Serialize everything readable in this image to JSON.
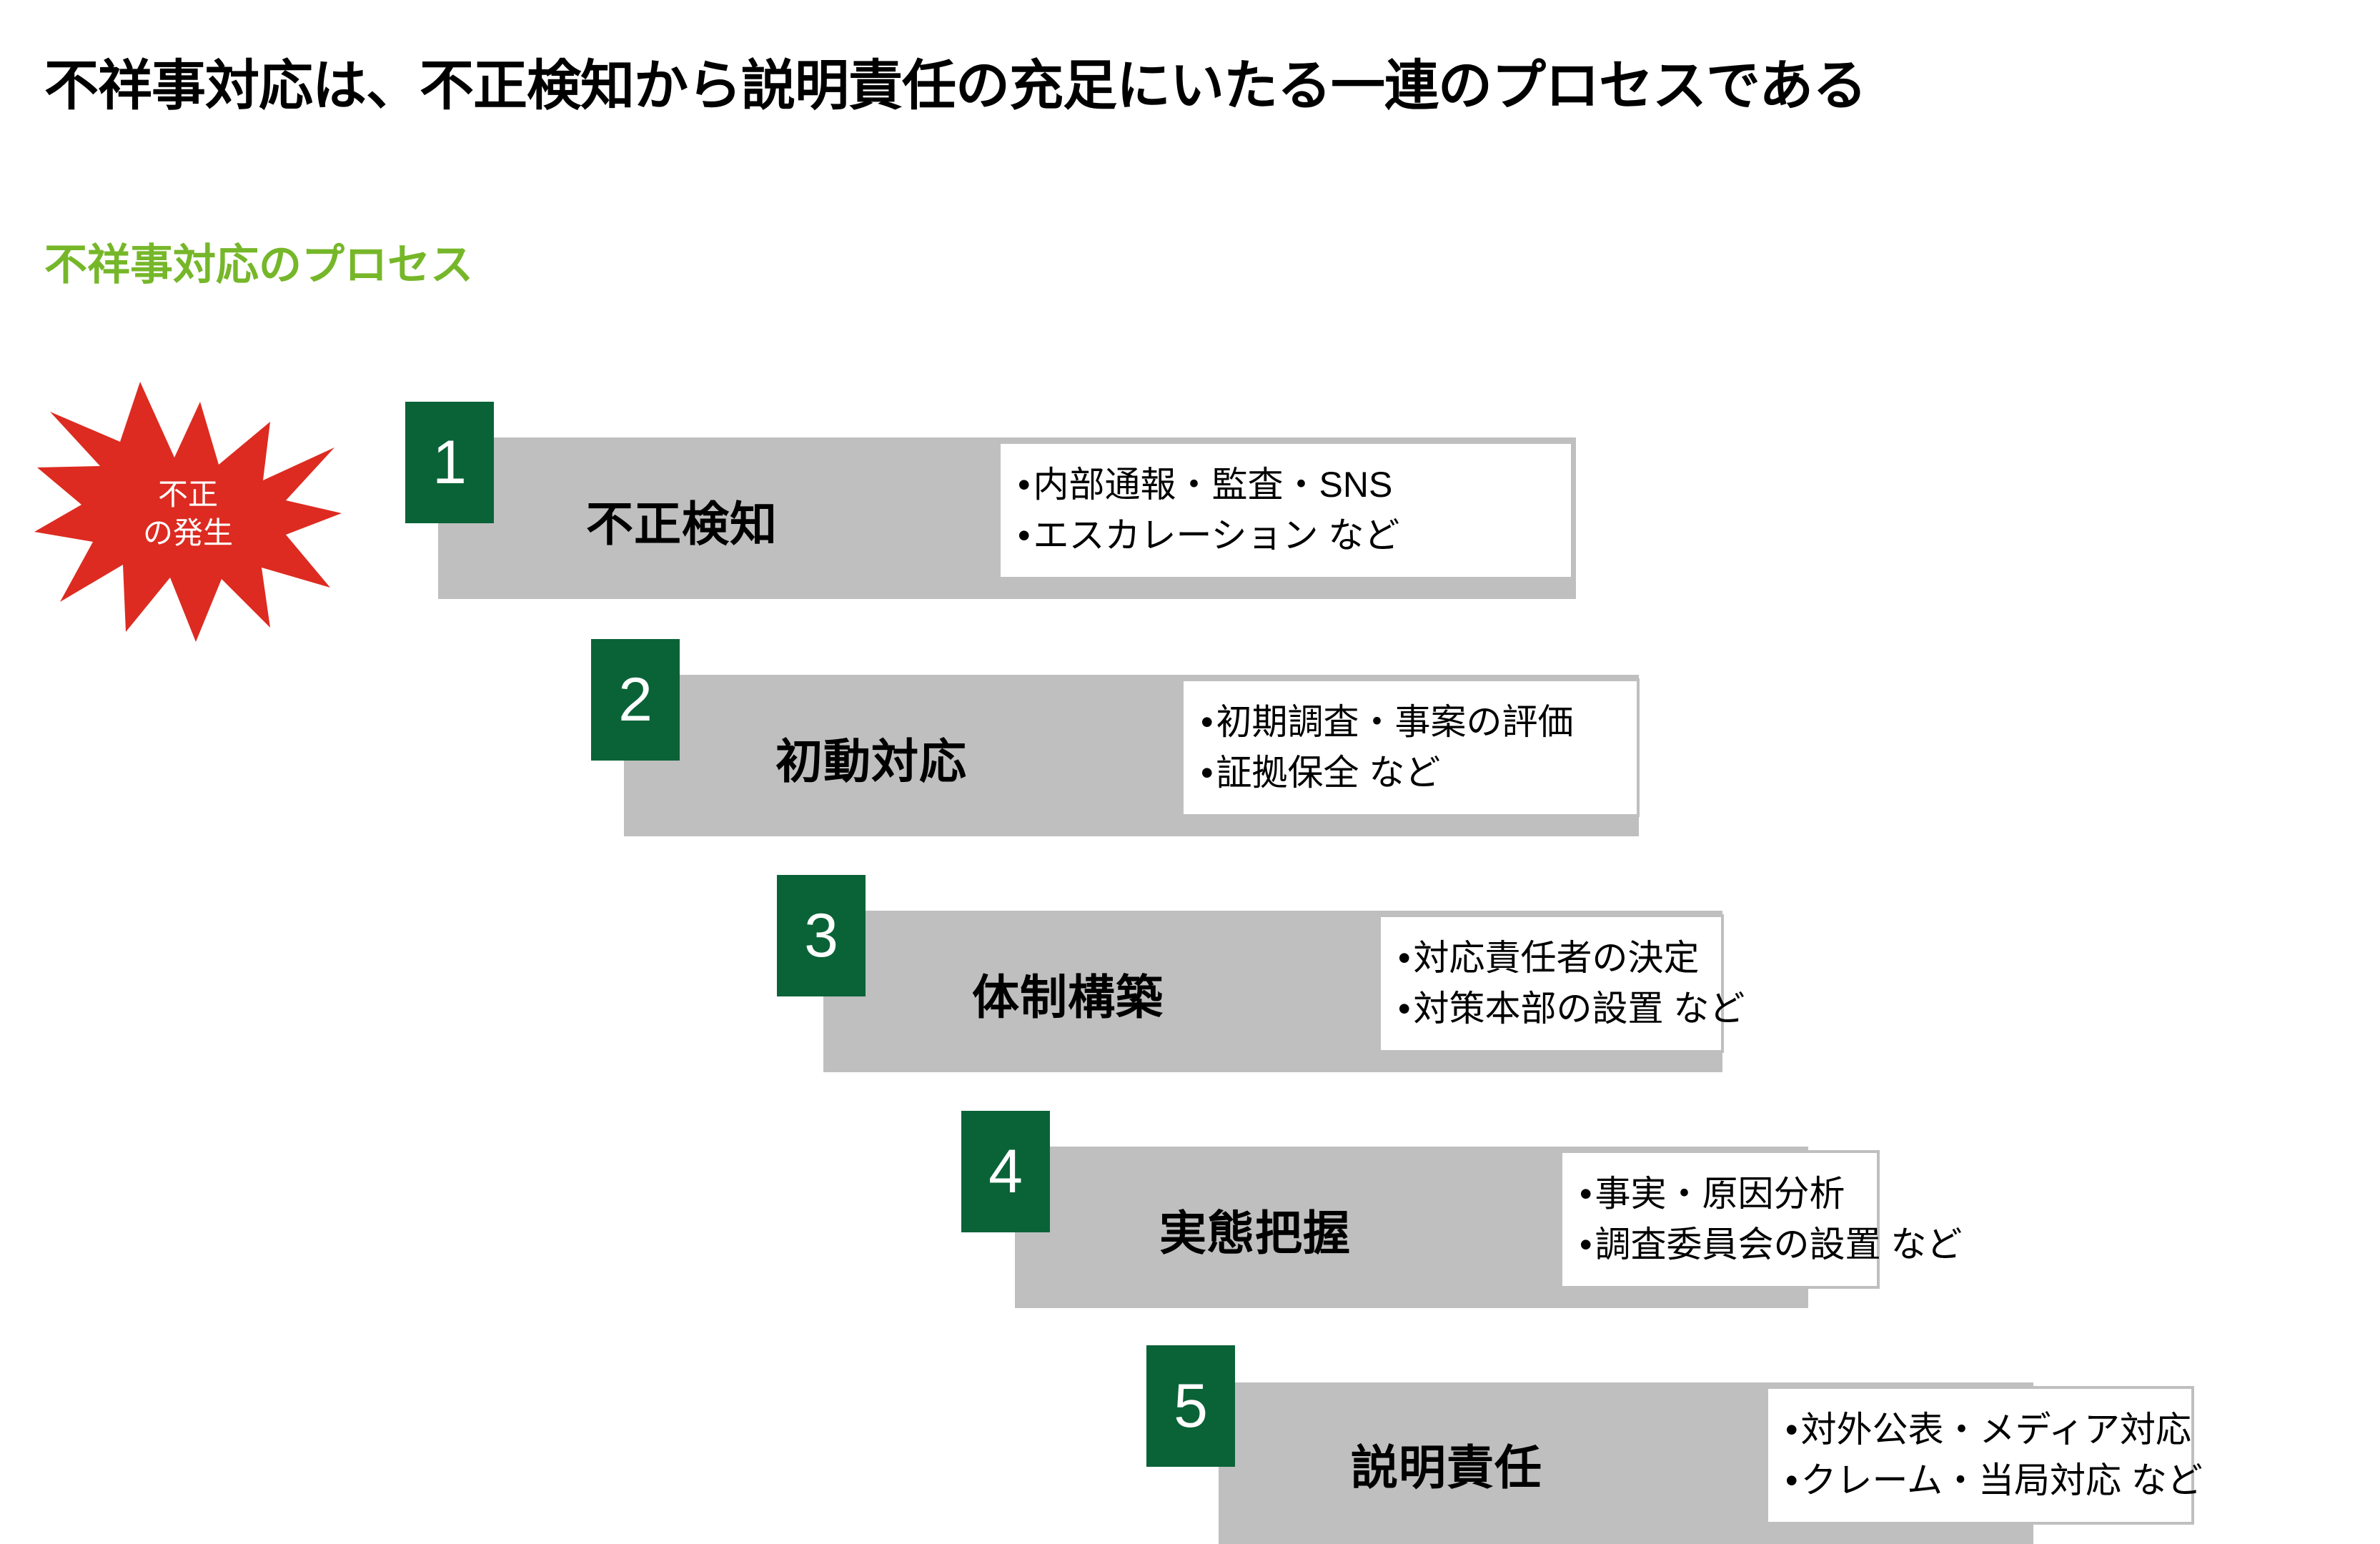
{
  "page_title": "不祥事対応は、不正検知から説明責任の充足にいたる一連のプロセスである",
  "section_title": "不祥事対応のプロセス",
  "colors": {
    "accent_green": "#76b72a",
    "badge_green": "#0a6337",
    "bar_gray": "#bfbfbf",
    "burst_red": "#dd2b21",
    "text_black": "#000000"
  },
  "burst": {
    "name": "fraud-occurrence-burst",
    "line1": "不正",
    "line2": "の発生"
  },
  "steps": [
    {
      "number": "1",
      "label": "不正検知",
      "bullets": [
        "内部通報・監査・SNS",
        "エスカレーション など"
      ]
    },
    {
      "number": "2",
      "label": "初動対応",
      "bullets": [
        "初期調査・事案の評価",
        "証拠保全 など"
      ]
    },
    {
      "number": "3",
      "label": "体制構築",
      "bullets": [
        "対応責任者の決定",
        "対策本部の設置 など"
      ]
    },
    {
      "number": "4",
      "label": "実態把握",
      "bullets": [
        "事実・原因分析",
        "調査委員会の設置 など"
      ]
    },
    {
      "number": "5",
      "label": "説明責任",
      "bullets": [
        "対外公表・メディア対応",
        "クレーム・当局対応 など"
      ]
    }
  ]
}
